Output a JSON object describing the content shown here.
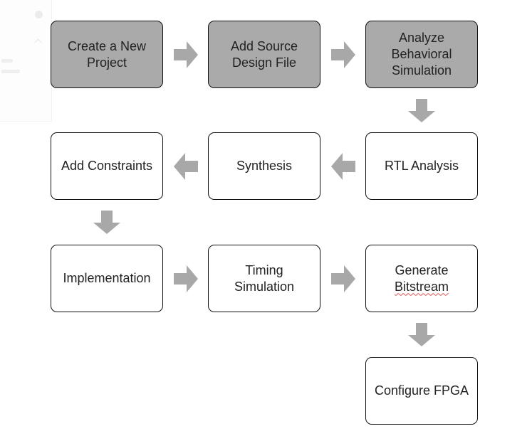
{
  "diagram": {
    "colors": {
      "shaded_fill": "#aaaaaa",
      "plain_fill": "#ffffff",
      "border": "#111111",
      "arrow": "#a8a8a8",
      "text": "#222222",
      "spellcheck_underline": "#e05050"
    },
    "steps": [
      {
        "id": "create-new-project",
        "lines": [
          "Create a New",
          "Project"
        ],
        "style": "shaded"
      },
      {
        "id": "add-source-design-file",
        "lines": [
          "Add Source",
          "Design File"
        ],
        "style": "shaded"
      },
      {
        "id": "analyze-behavioral-simulation",
        "lines": [
          "Analyze",
          "Behavioral",
          "Simulation"
        ],
        "style": "shaded"
      },
      {
        "id": "rtl-analysis",
        "lines": [
          "RTL Analysis"
        ],
        "style": "plain"
      },
      {
        "id": "synthesis",
        "lines": [
          "Synthesis"
        ],
        "style": "plain"
      },
      {
        "id": "add-constraints",
        "lines": [
          "Add Constraints"
        ],
        "style": "plain"
      },
      {
        "id": "implementation",
        "lines": [
          "Implementation"
        ],
        "style": "plain"
      },
      {
        "id": "timing-simulation",
        "lines": [
          "Timing",
          "Simulation"
        ],
        "style": "plain"
      },
      {
        "id": "generate-bitstream",
        "lines": [
          "Generate",
          "Bitstream"
        ],
        "style": "plain",
        "spellcheck_line": 1
      },
      {
        "id": "configure-fpga",
        "lines": [
          "Configure FPGA"
        ],
        "style": "plain"
      }
    ],
    "connections": [
      {
        "from": "create-new-project",
        "to": "add-source-design-file",
        "direction": "right"
      },
      {
        "from": "add-source-design-file",
        "to": "analyze-behavioral-simulation",
        "direction": "right"
      },
      {
        "from": "analyze-behavioral-simulation",
        "to": "rtl-analysis",
        "direction": "down"
      },
      {
        "from": "rtl-analysis",
        "to": "synthesis",
        "direction": "left"
      },
      {
        "from": "synthesis",
        "to": "add-constraints",
        "direction": "left"
      },
      {
        "from": "add-constraints",
        "to": "implementation",
        "direction": "down"
      },
      {
        "from": "implementation",
        "to": "timing-simulation",
        "direction": "right"
      },
      {
        "from": "timing-simulation",
        "to": "generate-bitstream",
        "direction": "right"
      },
      {
        "from": "generate-bitstream",
        "to": "configure-fpga",
        "direction": "down"
      }
    ]
  }
}
